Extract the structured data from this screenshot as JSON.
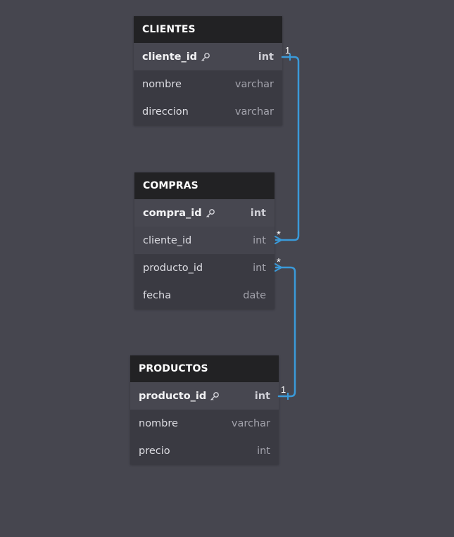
{
  "colors": {
    "background": "#46464f",
    "header": "#222224",
    "row": "#3a3a42",
    "pk_row": "#474750",
    "relation": "#3a9ad9"
  },
  "tables": [
    {
      "name": "CLIENTES",
      "columns": [
        {
          "name": "cliente_id",
          "type": "int",
          "pk": true
        },
        {
          "name": "nombre",
          "type": "varchar"
        },
        {
          "name": "direccion",
          "type": "varchar"
        }
      ]
    },
    {
      "name": "COMPRAS",
      "columns": [
        {
          "name": "compra_id",
          "type": "int",
          "pk": true
        },
        {
          "name": "cliente_id",
          "type": "int"
        },
        {
          "name": "producto_id",
          "type": "int"
        },
        {
          "name": "fecha",
          "type": "date"
        }
      ]
    },
    {
      "name": "PRODUCTOS",
      "columns": [
        {
          "name": "producto_id",
          "type": "int",
          "pk": true
        },
        {
          "name": "nombre",
          "type": "varchar"
        },
        {
          "name": "precio",
          "type": "int"
        }
      ]
    }
  ],
  "relations": [
    {
      "from": "CLIENTES.cliente_id",
      "to": "COMPRAS.cliente_id",
      "from_card": "1",
      "to_card": "*"
    },
    {
      "from": "PRODUCTOS.producto_id",
      "to": "COMPRAS.producto_id",
      "from_card": "1",
      "to_card": "*"
    }
  ]
}
